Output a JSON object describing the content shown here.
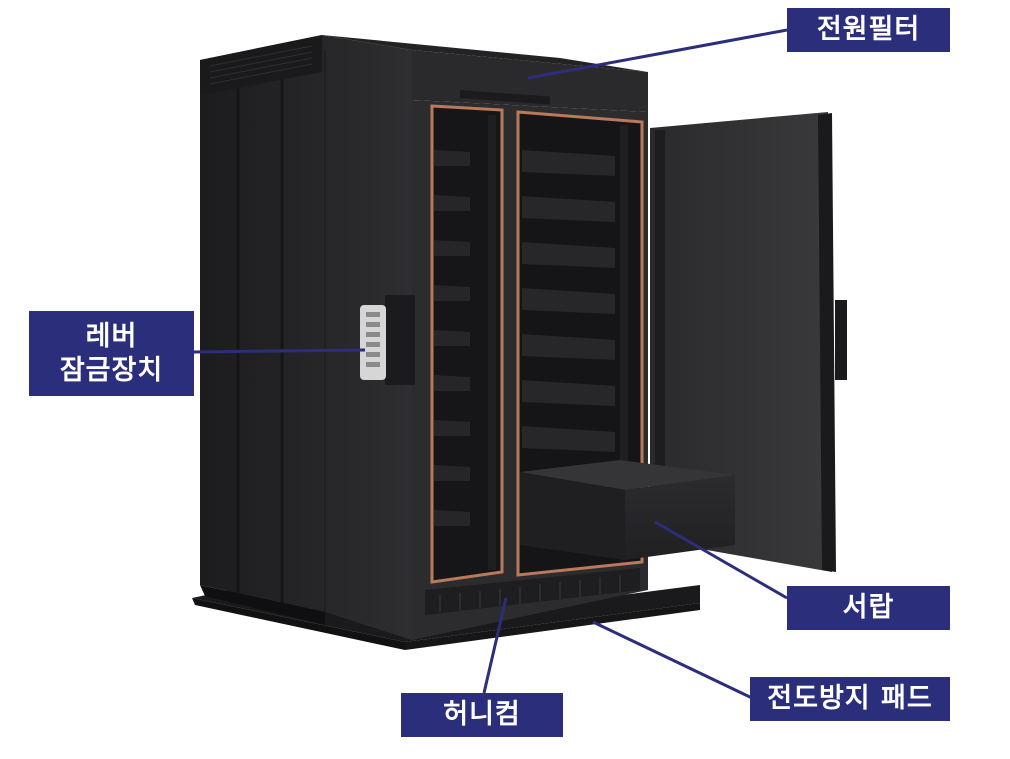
{
  "labels": {
    "power_filter": "전원필터",
    "lever_lock_line1": "레버",
    "lever_lock_line2": "잠금장치",
    "drawer": "서랍",
    "anti_static_pad": "전도방지 패드",
    "honeycomb": "허니컴"
  },
  "colors": {
    "label_bg": "#2b2e7a",
    "label_text": "#ffffff",
    "leader_line": "#2b2e7a",
    "cabinet_body": "#2a2a2c",
    "copper_trim": "#b87a5a"
  }
}
